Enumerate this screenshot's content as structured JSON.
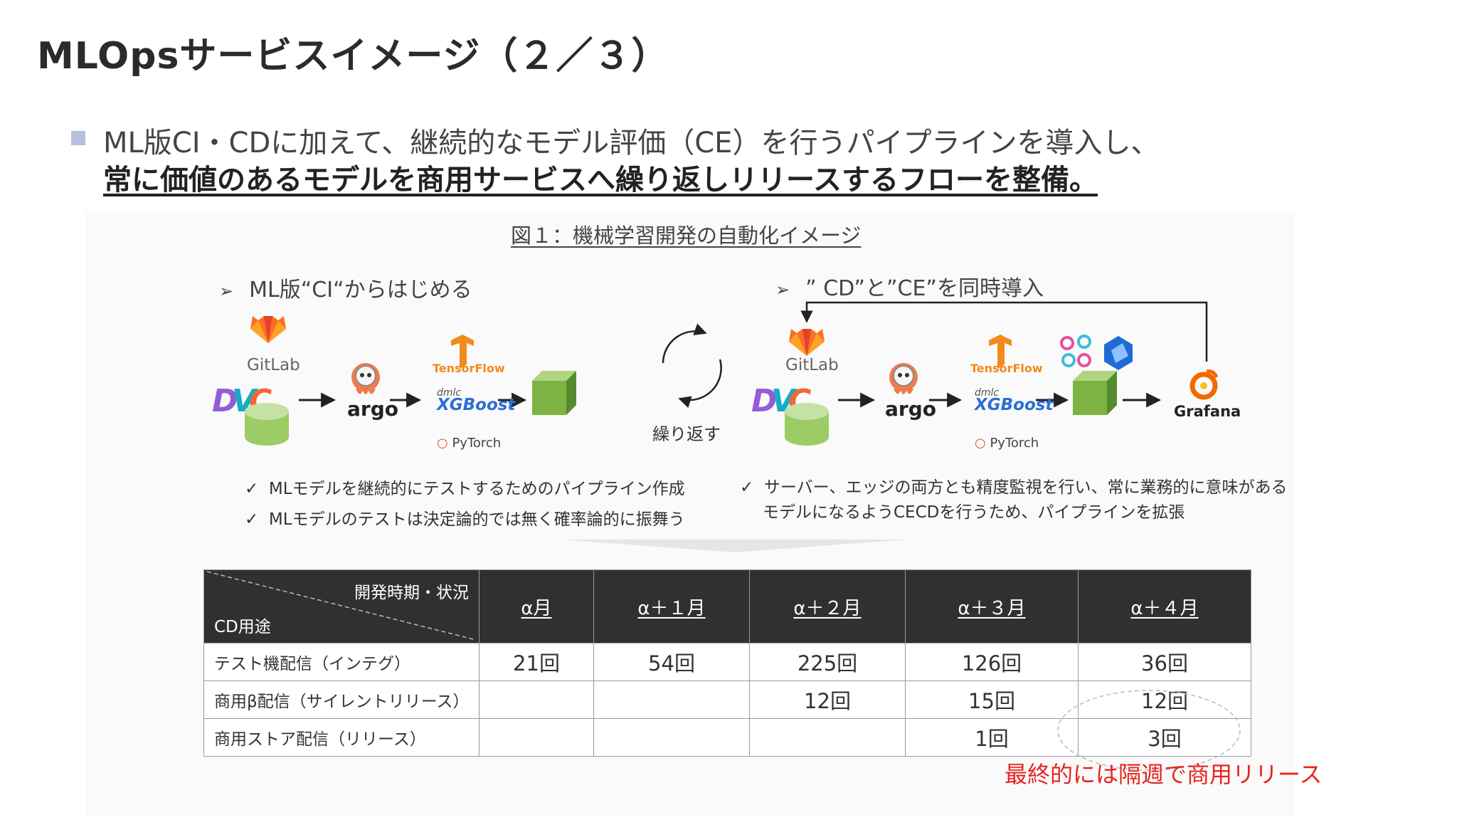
{
  "slide": {
    "title": "MLOpsサービスイメージ（２／３）",
    "bullet_line1": "ML版CI・CDに加えて、継続的なモデル評価（CE）を行うパイプラインを導入し、",
    "bullet_line2": "常に価値のあるモデルを商用サービスへ繰り返しリリースするフローを整備。"
  },
  "figure": {
    "caption": "図１：機械学習開発の自動化イメージ",
    "left_heading": "ML版“CI“からはじめる",
    "right_heading": "” CD”と”CE”を同時導入",
    "repeat_label": "繰り返す",
    "left_checks": [
      "MLモデルを継続的にテストするためのパイプライン作成",
      "MLモデルのテストは決定論的では無く確率論的に振舞う"
    ],
    "right_check_line1": "サーバー、エッジの両方とも精度監視を行い、常に業務的に意味がある",
    "right_check_line2": "モデルになるようCECDを行うため、パイプラインを拡張",
    "logos": {
      "gitlab": "GitLab",
      "argo": "argo",
      "tensorflow": "TensorFlow",
      "dmlc": "dmlc",
      "xgboost": "XGBoost",
      "pytorch": "PyTorch",
      "grafana": "Grafana",
      "dvc": "DVC"
    },
    "icons": {
      "arrow_bullet": "➢",
      "check": "✓",
      "pytorch": "○"
    }
  },
  "table": {
    "header_top": "開発時期・状況",
    "header_bottom": "CD用途",
    "months": [
      "α月",
      "α＋１月",
      "α＋２月",
      "α＋３月",
      "α＋４月"
    ],
    "rows": [
      {
        "label": "テスト機配信（インテグ）",
        "values": [
          "21回",
          "54回",
          "225回",
          "126回",
          "36回"
        ]
      },
      {
        "label": "商用β配信（サイレントリリース）",
        "values": [
          "",
          "",
          "12回",
          "15回",
          "12回"
        ]
      },
      {
        "label": "商用ストア配信（リリース）",
        "values": [
          "",
          "",
          "",
          "1回",
          "3回"
        ]
      }
    ],
    "note": "最終的には隔週で商用リリース"
  },
  "colors": {
    "accent_red": "#e8231e",
    "table_header": "#303030",
    "cube_green": "#8bc34a",
    "bullet_square": "#b4c0dc"
  }
}
